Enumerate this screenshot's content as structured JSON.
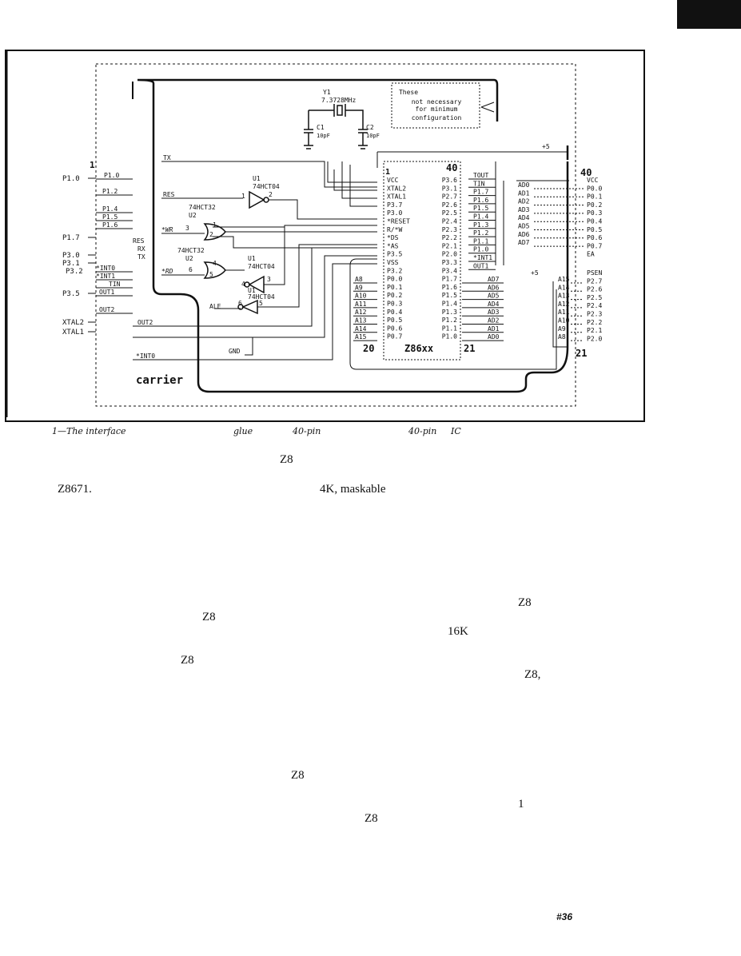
{
  "schematic": {
    "crystal": {
      "ref": "Y1",
      "value": "7.3728MHz"
    },
    "caps": [
      {
        "ref": "C1",
        "value": "10pF"
      },
      {
        "ref": "C2",
        "value": "10pF"
      }
    ],
    "note_lines": [
      "These",
      "not  necessary",
      "for  minimum",
      "configuration"
    ],
    "left_pins": [
      "P1.0",
      "P1.7",
      "P3.0",
      "P3.1",
      "P3.5",
      "XTAL2",
      "XTAL1"
    ],
    "left_pin_cut": "P3.2",
    "left_pin_one": "1",
    "left_labels": [
      "P1.0",
      "P1.2",
      "P1.4",
      "P1.5",
      "P1.6",
      "*INT0",
      "*INT1",
      "TIN",
      "OUT1",
      "OUT2"
    ],
    "gates": [
      {
        "ref": "U1",
        "part": "74HCT04",
        "pin_in": "1",
        "pin_out": "2"
      },
      {
        "ref": "U2",
        "part": "74HCT32",
        "pin_a": "3",
        "pin_b": "1",
        "pin_c": "2"
      },
      {
        "ref": "U2",
        "part": "74HCT32",
        "pin_a": "6",
        "pin_b": "4",
        "pin_c": "5"
      },
      {
        "ref": "U1",
        "part": "74HCT04",
        "pin_in": "4",
        "pin_out": "3"
      },
      {
        "ref": "U1",
        "part": "74HCT04",
        "pin_in": "6",
        "pin_out": "5"
      }
    ],
    "signals": {
      "tx": "TX",
      "res": "RES",
      "wr": "*WR",
      "rd": "*RD",
      "ale": "ALE",
      "res2": "RES",
      "rx": "RX",
      "tx2": "TX",
      "out2": "OUT2",
      "gnd": "GND",
      "int0": "*INT0",
      "plus5_top": "+5",
      "plus5_mid": "+5",
      "carrier": "carrier"
    },
    "chip": {
      "name": "Z86xx",
      "pin1": "1",
      "pin40": "40",
      "pin20": "20",
      "pin21": "21",
      "left": [
        "VCC",
        "XTAL2",
        "XTAL1",
        "P3.7",
        "P3.0",
        "*RESET",
        "R/*W",
        "*DS",
        "*AS",
        "P3.5",
        "VSS",
        "P3.2",
        "P0.0",
        "P0.1",
        "P0.2",
        "P0.3",
        "P0.4",
        "P0.5",
        "P0.6",
        "P0.7"
      ],
      "right": [
        "P3.6",
        "P3.1",
        "P2.7",
        "P2.6",
        "P2.5",
        "P2.4",
        "P2.3",
        "P2.2",
        "P2.1",
        "P2.0",
        "P3.3",
        "P3.4",
        "P1.7",
        "P1.6",
        "P1.5",
        "P1.4",
        "P1.3",
        "P1.2",
        "P1.1",
        "P1.0"
      ]
    },
    "right_bus_top": [
      "TOUT",
      "TIN",
      "P1.7",
      "P1.6",
      "P1.5",
      "P1.4",
      "P1.3",
      "P1.2",
      "P1.1",
      "P1.0",
      "*INT1",
      "OUT1"
    ],
    "addr_left": [
      "A8",
      "A9",
      "A10",
      "A11",
      "A12",
      "A13",
      "A14",
      "A15"
    ],
    "ad_right": [
      "AD7",
      "AD6",
      "AD5",
      "AD4",
      "AD3",
      "AD2",
      "AD1",
      "AD0"
    ],
    "ad_header": [
      "AD0",
      "AD1",
      "AD2",
      "AD3",
      "AD4",
      "AD5",
      "AD6",
      "AD7"
    ],
    "a_header": [
      "A15",
      "A14",
      "A13",
      "A12",
      "A11",
      "A10",
      "A9",
      "A8"
    ],
    "right_pins_top": [
      "VCC",
      "P0.0",
      "P0.1",
      "P0.2",
      "P0.3",
      "P0.4",
      "P0.5",
      "P0.6",
      "P0.7",
      "EA"
    ],
    "right_pins_bot": [
      "PSEN",
      "P2.7",
      "P2.6",
      "P2.5",
      "P2.4",
      "P2.3",
      "P2.2",
      "P2.1",
      "P2.0"
    ],
    "right_pin40": "40",
    "right_pin21": "21"
  },
  "caption": {
    "fig": "1—",
    "f1": "The interface",
    "f2": "glue",
    "f3": "40-pin",
    "f4": "40-pin",
    "f5": "IC"
  },
  "body": [
    "Z8",
    "Z8671.",
    "4K, maskable",
    "Z8",
    "Z8",
    "16K",
    "Z8",
    "Z8,",
    "Z8",
    "1",
    "Z8"
  ],
  "page_number": "#36"
}
